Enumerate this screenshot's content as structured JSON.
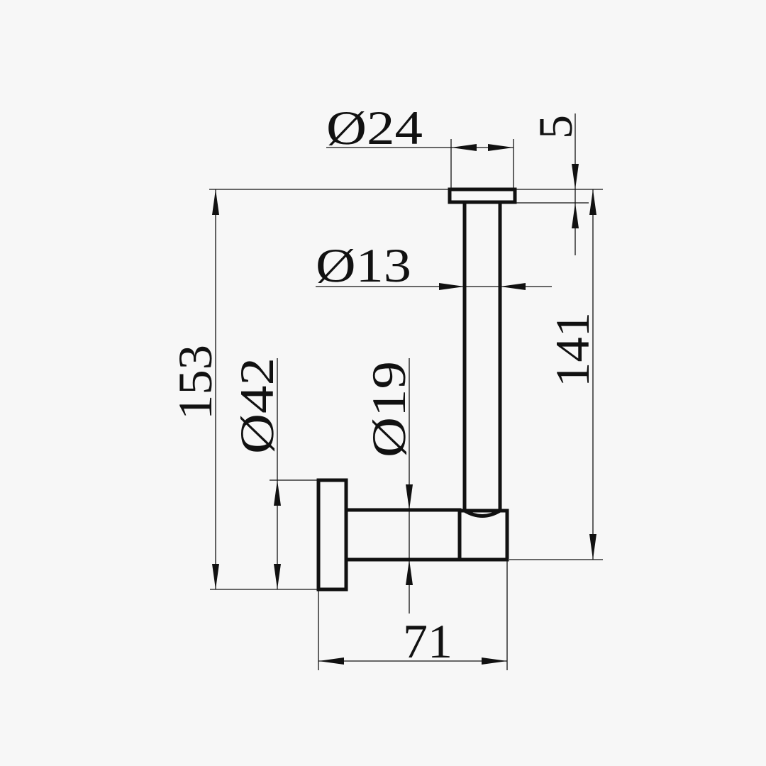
{
  "drawing": {
    "background": "#f7f7f7",
    "line_color": "#111111",
    "dimensions": {
      "top_cap_diameter": "Ø24",
      "cap_thickness": "5",
      "rod_diameter": "Ø13",
      "overall_height": "153",
      "rod_height": "141",
      "base_plate_diameter": "Ø42",
      "arm_diameter": "Ø19",
      "projection": "71"
    }
  }
}
